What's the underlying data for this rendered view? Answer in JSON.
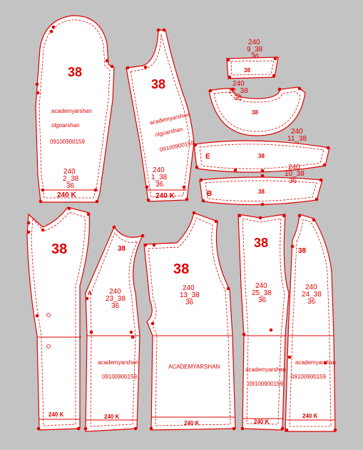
{
  "pieces": {
    "sleeve_left": {
      "size": "38",
      "brand": "academyarshan",
      "handle": "olgoarshan",
      "phone": "09100900159",
      "code1": "240",
      "code2": "2_38",
      "code3": "36",
      "footer": "240  K"
    },
    "sleeve_right": {
      "size": "38",
      "brand": "academyarshan",
      "handle": "olgoarshan",
      "phone": "09100900159",
      "code1": "240",
      "code2": "1_38",
      "code3": "36",
      "footer": "240  K"
    },
    "cuff_small": {
      "code1": "240",
      "code2": "9_38",
      "code3": "36",
      "size": "38"
    },
    "collar": {
      "code1": "240",
      "code2": "12_38",
      "code3": "36",
      "size": "38"
    },
    "band_e": {
      "letter": "E",
      "size": "38",
      "code1": "240",
      "code2": "11_38",
      "code3": "36"
    },
    "band_b": {
      "letter": "B",
      "size": "38",
      "code1": "240",
      "code2": "10_38",
      "code3": "36"
    },
    "front_left": {
      "size": "38",
      "footer": "240  K"
    },
    "side_left": {
      "size": "38",
      "code1": "240",
      "code2": "23_38",
      "code3": "36",
      "brand": "academyarshan",
      "phone": "09100900159",
      "footer": "240  K",
      "marker": "A"
    },
    "back": {
      "size": "38",
      "code1": "240",
      "code2": "13_38",
      "code3": "36",
      "brand": "ACADEMYARSHAN",
      "footer": "240  K"
    },
    "side_right": {
      "size": "38",
      "code1": "240",
      "code2": "25_38",
      "code3": "36",
      "brand": "academyarshan",
      "phone": "09100900159",
      "footer": "240  K"
    },
    "front_right": {
      "size": "38",
      "code1": "240",
      "code2": "24_38",
      "code3": "36",
      "brand": "academyarshan",
      "phone": "09100900159",
      "footer": "240  K"
    }
  },
  "colors": {
    "background": "#c3c3c3",
    "piece_fill": "#ffffff",
    "pattern_red": "#e00000"
  }
}
